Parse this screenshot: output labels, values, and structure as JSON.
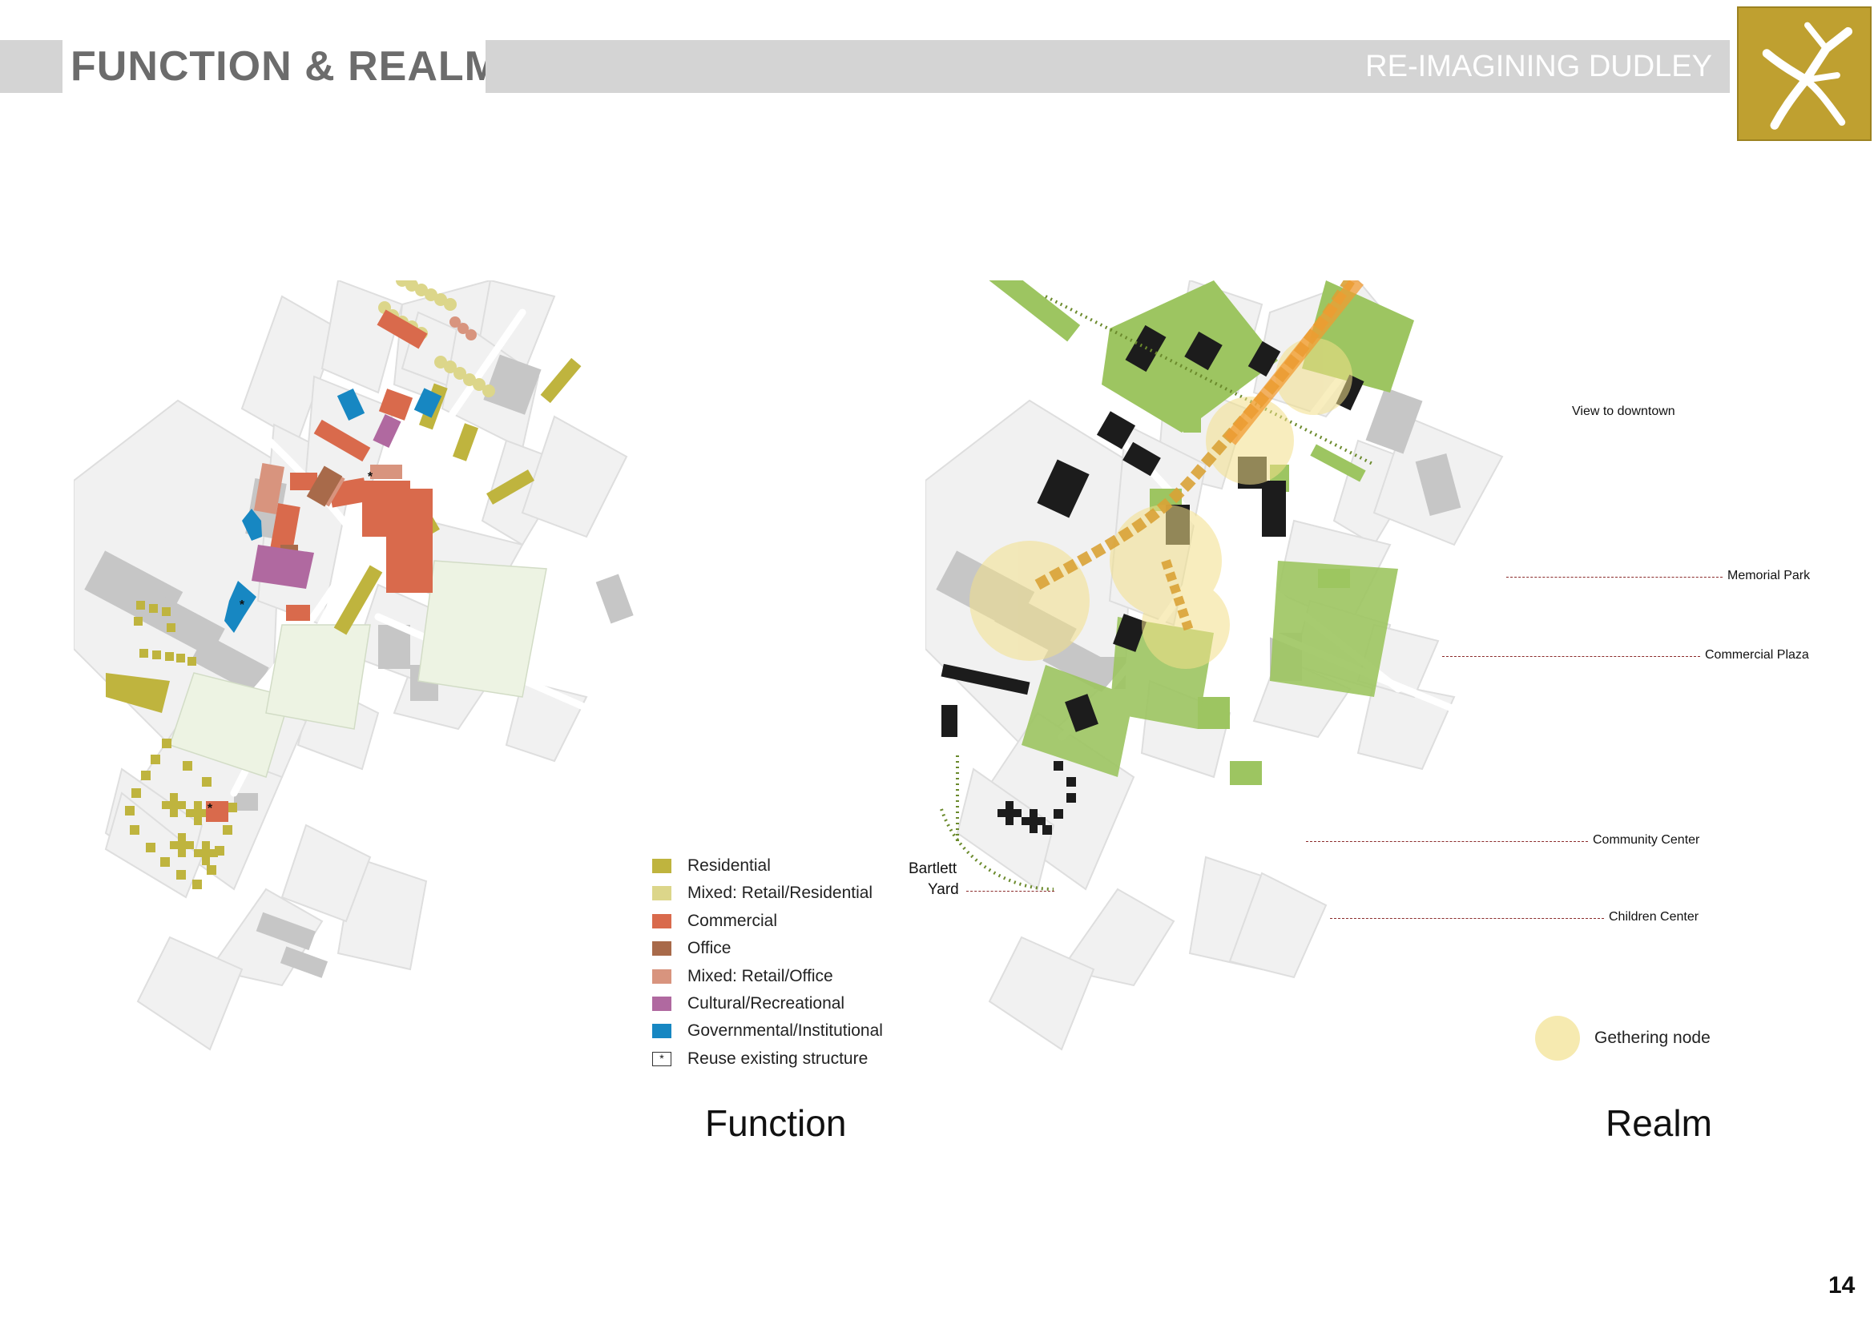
{
  "header": {
    "title": "FUNCTION & REALM",
    "subtitle": "RE-IMAGINING DUDLEY"
  },
  "legend": {
    "items": [
      {
        "label": "Residential",
        "color": "#bfb43e"
      },
      {
        "label": "Mixed: Retail/Residential",
        "color": "#dcd68a"
      },
      {
        "label": "Commercial",
        "color": "#d96a4c"
      },
      {
        "label": "Office",
        "color": "#a86a4a"
      },
      {
        "label": "Mixed: Retail/Office",
        "color": "#d8947e"
      },
      {
        "label": "Cultural/Recreational",
        "color": "#b069a0"
      },
      {
        "label": "Governmental/Institutional",
        "color": "#1787c2"
      }
    ],
    "reuse": {
      "symbol": "*",
      "label": "Reuse existing structure"
    }
  },
  "captions": {
    "function": "Function",
    "realm": "Realm"
  },
  "annotations": {
    "view": "View to downtown",
    "memorial": "Memorial Park",
    "commercial": "Commercial Plaza",
    "community": "Community Center",
    "children": "Children Center",
    "bartlett_line1": "Bartlett",
    "bartlett_line2": "Yard"
  },
  "node_legend": {
    "label": "Gethering node",
    "color": "#f6eab0"
  },
  "colors": {
    "header_bar": "#d4d4d4",
    "header_title": "#6c6c6c",
    "logo": "#bfa030",
    "green_space": "#9dc561",
    "building_dark": "#1c1c1c",
    "corridor": "#d9a236"
  },
  "page_number": "14"
}
